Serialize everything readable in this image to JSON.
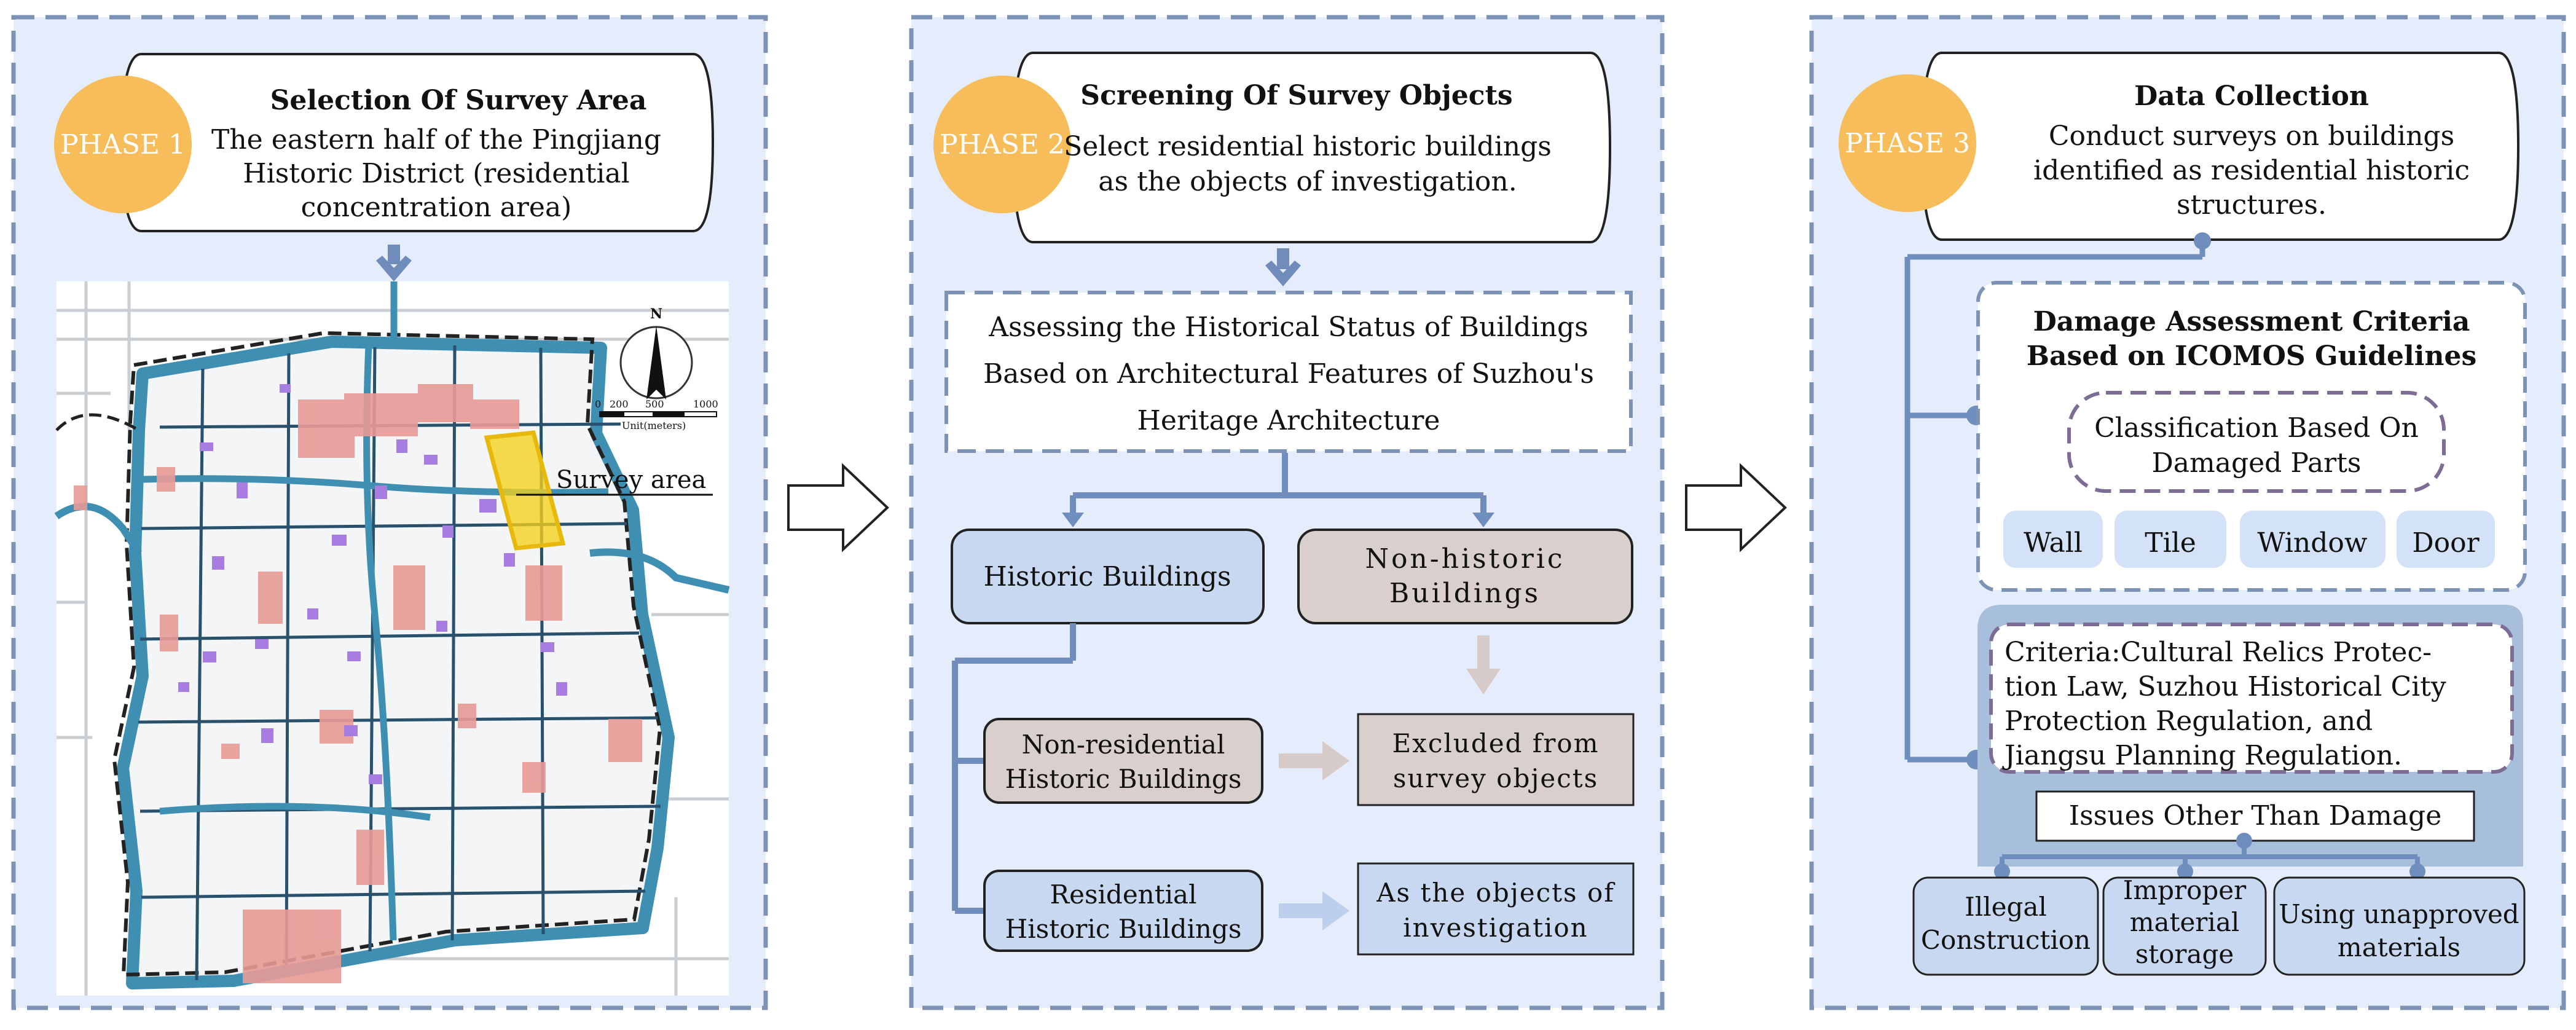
{
  "colors": {
    "panel_bg": "#e5edfc",
    "panel_border": "#7d93b5",
    "phase_circle": "#f6bd5a",
    "phase_text": "#ffffff",
    "connector": "#6f8dbd",
    "arrow_down": "#6f8cbb",
    "historic_box": "#c8d8f0",
    "nonhistoric_box": "#d9cfcd",
    "survey_area": "#f3d11a",
    "map_pink": "#e89a96",
    "map_purple": "#a77ee0",
    "map_water": "#3f8fb3",
    "criteria_group": "#a8bfdc"
  },
  "phase1": {
    "badge": "PHASE 1",
    "title": "Selection Of Survey Area",
    "desc_line1": "The eastern half of the Pingjiang",
    "desc_line2": "Historic District (residential",
    "desc_line3": "concentration area)",
    "map": {
      "north": "N",
      "scale_0": "0",
      "scale_200": "200",
      "scale_500": "500",
      "scale_1000": "1000",
      "scale_unit": "Unit(meters)",
      "survey_label": "Survey area"
    }
  },
  "phase2": {
    "badge": "PHASE 2",
    "title": "Screening Of Survey Objects",
    "desc_line1": "Select residential historic buildings",
    "desc_line2": "as the objects of investigation.",
    "assess_line1": "Assessing the Historical Status of Buildings",
    "assess_line2": "Based on Architectural Features of Suzhou's",
    "assess_line3": "Heritage Architecture",
    "historic": "Historic Buildings",
    "nonhistoric_line1": "Non-historic",
    "nonhistoric_line2": "Buildings",
    "nonres_line1": "Non-residential",
    "nonres_line2": "Historic Buildings",
    "excluded_line1": "Excluded from",
    "excluded_line2": "survey objects",
    "res_line1": "Residential",
    "res_line2": "Historic Buildings",
    "objects_line1": "As the objects of",
    "objects_line2": "investigation"
  },
  "phase3": {
    "badge": "PHASE 3",
    "title": "Data Collection",
    "desc_line1": "Conduct surveys on buildings",
    "desc_line2": "identified as residential historic",
    "desc_line3": "structures.",
    "damage_title_line1": "Damage Assessment Criteria",
    "damage_title_line2": "Based on ICOMOS Guidelines",
    "classif_line1": "Classification Based On",
    "classif_line2": "Damaged Parts",
    "parts": [
      "Wall",
      "Tile",
      "Window",
      "Door"
    ],
    "criteria_line1": "Criteria:Cultural Relics Protec-",
    "criteria_line2": "tion Law, Suzhou Historical City",
    "criteria_line3": "Protection Regulation, and",
    "criteria_line4": "Jiangsu Planning Regulation.",
    "issues_title": "Issues Other Than Damage",
    "issue1_line1": "Illegal",
    "issue1_line2": "Construction",
    "issue2_line1": "Improper",
    "issue2_line2": "material",
    "issue2_line3": "storage",
    "issue3_line1": "Using unapproved",
    "issue3_line2": "materials"
  }
}
